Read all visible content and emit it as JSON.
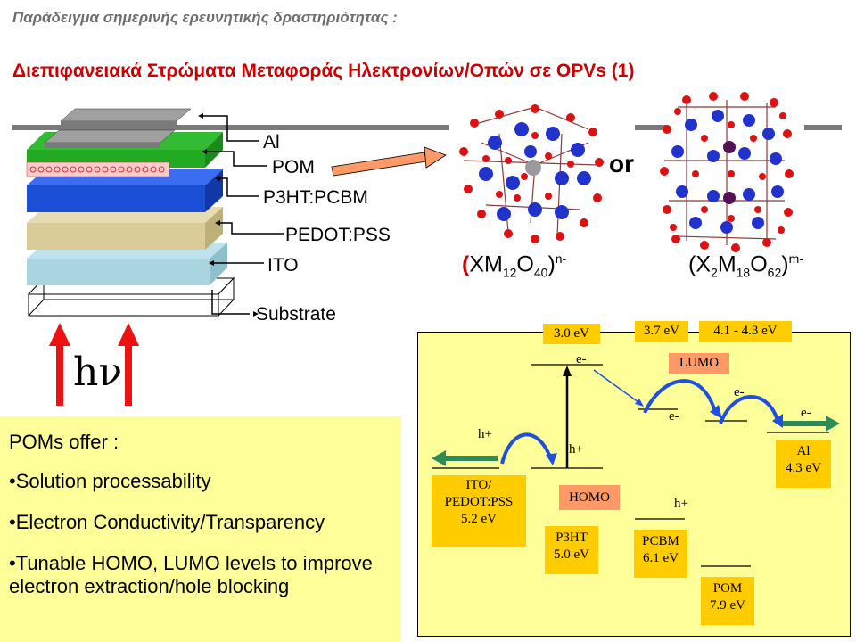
{
  "slide": {
    "subtitle": "Παράδειγμα σημερινής ερευνητικής δραστηριότητας :",
    "title": "Διεπιφανειακά Στρώματα Μεταφοράς Ηλεκτρονίων/Οπών σε OPVs (1)"
  },
  "layers": {
    "labels": [
      "Al",
      "POM",
      "P3HT:PCBM",
      "PEDOT:PSS",
      "ITO",
      "Substrate"
    ],
    "colors": {
      "al": "#808080",
      "pom": "#ffcccc",
      "active": "#1a4fd6",
      "pedot": "#d9cc99",
      "ito": "#a9d4e0",
      "substrate": "#ffffff",
      "top": "#22aa22"
    }
  },
  "illumination": {
    "label": "hν",
    "arrow_color": "#ee1111"
  },
  "molecules": {
    "or_label": "or",
    "keggin": {
      "open": "(",
      "x": "XM",
      "s1": "12",
      "o": "O",
      "s2": "40",
      "close": ")",
      "charge": "n-"
    },
    "dawson": {
      "open": "(",
      "x": "X",
      "s1": "2",
      "m": "M",
      "s2": "18",
      "o": "O",
      "s3": "62",
      "close": ")",
      "charge": "m-"
    }
  },
  "offers": {
    "heading": "POMs offer :",
    "items": [
      "•Solution processability",
      "•Electron Conductivity/Transparency",
      "•Tunable HOMO, LUMO levels to improve electron extraction/hole blocking"
    ]
  },
  "energy": {
    "top_levels": [
      "3.0 eV",
      "3.7 eV",
      "4.1 - 4.3  eV"
    ],
    "lumo": "LUMO",
    "homo": "HOMO",
    "electron": "e-",
    "hole": "h+",
    "materials": {
      "ito": [
        "ITO/",
        "PEDOT:PSS",
        "5.2 eV"
      ],
      "p3ht": [
        "P3HT",
        "5.0 eV"
      ],
      "pcbm": [
        "PCBM",
        "6.1 eV"
      ],
      "pom": [
        "POM",
        "7.9 eV"
      ],
      "al": [
        "Al",
        "4.3 eV"
      ]
    },
    "colors": {
      "arrow_blue": "#1f4fe0",
      "arrow_green": "#2e8b57"
    }
  }
}
